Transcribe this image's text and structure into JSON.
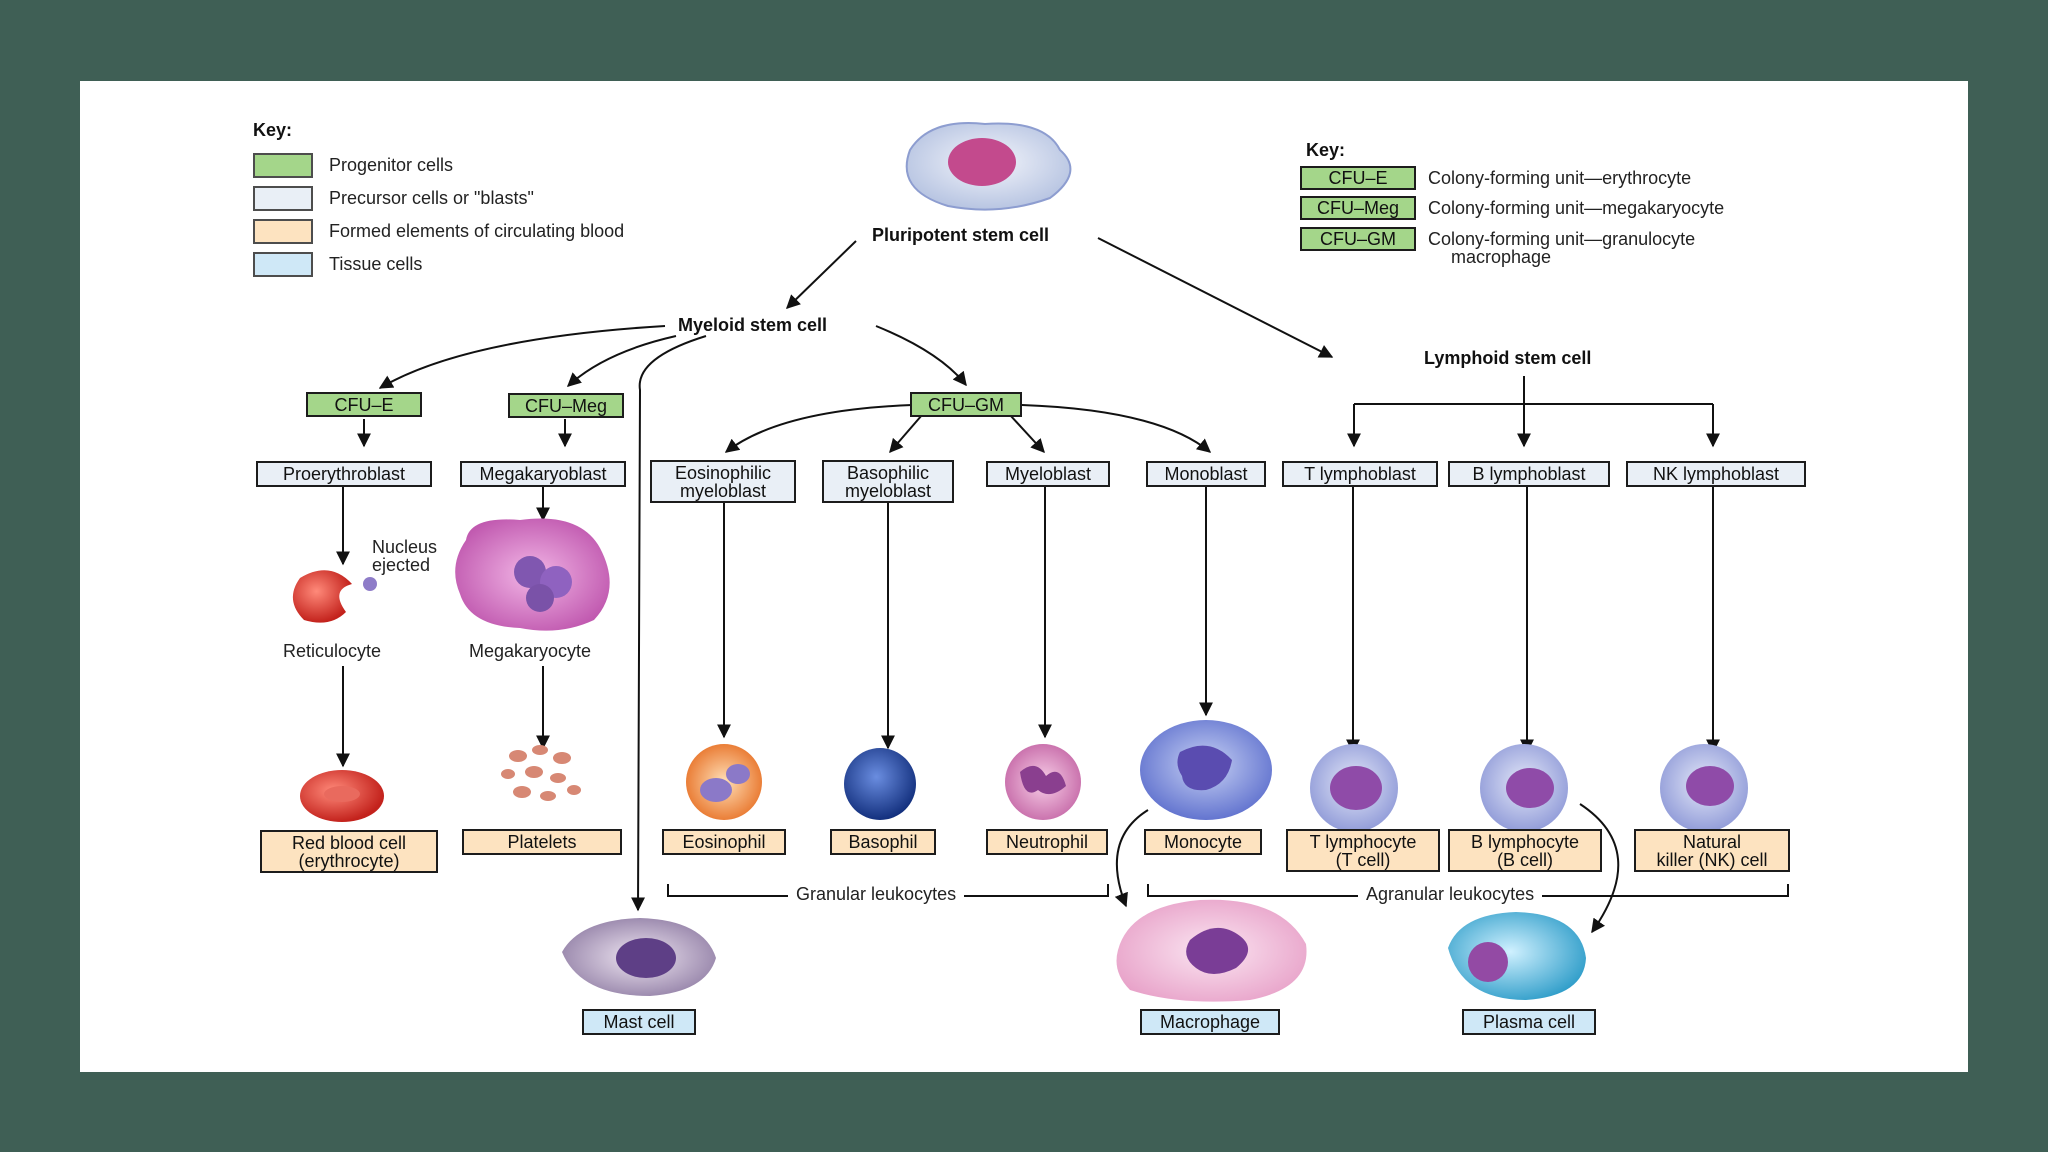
{
  "key_left": {
    "title": "Key:",
    "items": [
      {
        "label": "Progenitor cells",
        "color": "#a4d68a"
      },
      {
        "label": "Precursor cells or \"blasts\"",
        "color": "#e9eff6"
      },
      {
        "label": "Formed elements of circulating blood",
        "color": "#fde3c0"
      },
      {
        "label": "Tissue cells",
        "color": "#cfe8f7"
      }
    ]
  },
  "key_right": {
    "title": "Key:",
    "items": [
      {
        "code": "CFU–E",
        "desc": "Colony-forming unit—erythrocyte"
      },
      {
        "code": "CFU–Meg",
        "desc": "Colony-forming unit—megakaryocyte"
      },
      {
        "code": "CFU–GM",
        "desc": "Colony-forming unit—granulocyte",
        "desc2": "macrophage"
      }
    ]
  },
  "stem": {
    "pluripotent": "Pluripotent stem cell",
    "myeloid": "Myeloid stem cell",
    "lymphoid": "Lymphoid stem cell"
  },
  "progenitors": {
    "cfu_e": "CFU–E",
    "cfu_meg": "CFU–Meg",
    "cfu_gm": "CFU–GM"
  },
  "blasts": {
    "proerythroblast": "Proerythroblast",
    "megakaryoblast": "Megakaryoblast",
    "eosinophilic_1": "Eosinophilic",
    "eosinophilic_2": "myeloblast",
    "basophilic_1": "Basophilic",
    "basophilic_2": "myeloblast",
    "myeloblast": "Myeloblast",
    "monoblast": "Monoblast",
    "t_lymphoblast": "T lymphoblast",
    "b_lymphoblast": "B lymphoblast",
    "nk_lymphoblast": "NK lymphoblast"
  },
  "intermediates": {
    "nucleus_1": "Nucleus",
    "nucleus_2": "ejected",
    "reticulocyte": "Reticulocyte",
    "megakaryocyte": "Megakaryocyte"
  },
  "formed": {
    "rbc_1": "Red blood cell",
    "rbc_2": "(erythrocyte)",
    "platelets": "Platelets",
    "eosinophil": "Eosinophil",
    "basophil": "Basophil",
    "neutrophil": "Neutrophil",
    "monocyte": "Monocyte",
    "t_lymph_1": "T lymphocyte",
    "t_lymph_2": "(T cell)",
    "b_lymph_1": "B lymphocyte",
    "b_lymph_2": "(B cell)",
    "nk_1": "Natural",
    "nk_2": "killer (NK) cell"
  },
  "groups": {
    "granular": "Granular leukocytes",
    "agranular": "Agranular leukocytes"
  },
  "tissue": {
    "mast": "Mast cell",
    "macrophage": "Macrophage",
    "plasma": "Plasma cell"
  }
}
